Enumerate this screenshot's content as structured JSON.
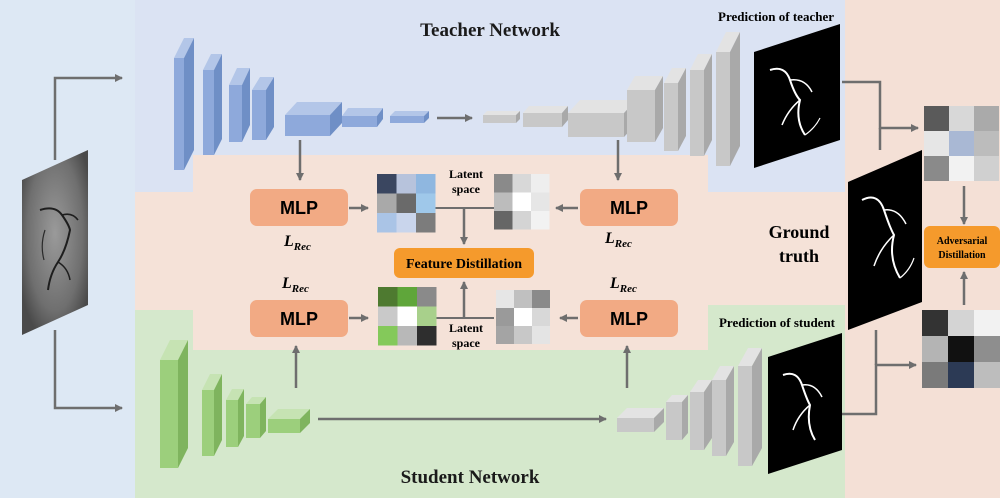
{
  "labels": {
    "teacher_network": "Teacher Network",
    "student_network": "Student Network",
    "prediction_teacher": "Prediction of teacher",
    "prediction_student": "Prediction of student",
    "ground_truth_line1": "Ground",
    "ground_truth_line2": "truth",
    "latent_space_top_line1": "Latent",
    "latent_space_top_line2": "space",
    "latent_space_bottom_line1": "Latent",
    "latent_space_bottom_line2": "space",
    "feature_distillation": "Feature Distillation",
    "adversarial_distillation_line1": "Adversarial",
    "adversarial_distillation_line2": "Distillation",
    "mlp_teacher_left": "MLP",
    "mlp_teacher_right": "MLP",
    "mlp_student_left": "MLP",
    "mlp_student_right": "MLP",
    "lrec_base": "L",
    "lrec_sub": "Rec"
  },
  "colors": {
    "teacher_bg": "#dbe3f3",
    "student_bg": "#d5e8cc",
    "middle_bg": "#f5e2d8",
    "left_bg": "#dde8f4",
    "right_bg": "#f4e0d6",
    "teacher_block": "#8ea9db",
    "teacher_decoder": "#c8c8c8",
    "student_block": "#9ccf7c",
    "mlp_fill": "#f2aa84",
    "distill_fill": "#f59a2c",
    "arrow": "#6e6e6e"
  },
  "latent_grids": {
    "teacher_left": [
      "#3a4660",
      "#b7c3dc",
      "#8fb7e0",
      "#a9a9a9",
      "#6a6a6a",
      "#9fc8ea",
      "#aac4e6",
      "#c9d5ec",
      "#7c7c7c"
    ],
    "teacher_right": [
      "#8a8a8a",
      "#d8d8d8",
      "#eeeeee",
      "#bcbcbc",
      "#ffffff",
      "#e6e6e6",
      "#666666",
      "#d4d4d4",
      "#f2f2f2"
    ],
    "student_left": [
      "#4e7a30",
      "#5fa63a",
      "#8a8a8a",
      "#c9c9c9",
      "#ffffff",
      "#a8d08b",
      "#84c95a",
      "#b8b8b8",
      "#2e2e2e"
    ],
    "student_right": [
      "#e6e6e6",
      "#c0c0c0",
      "#8a8a8a",
      "#9a9a9a",
      "#ffffff",
      "#d8d8d8",
      "#a4a4a4",
      "#c8c8c8",
      "#e4e4e4"
    ],
    "adversarial_top": [
      "#5a5a5a",
      "#d8d8d8",
      "#aaaaaa",
      "#e6e6e6",
      "#a9b8d4",
      "#bcbcbc",
      "#8a8a8a",
      "#f2f2f2",
      "#d0d0d0"
    ],
    "adversarial_bottom": [
      "#333333",
      "#d4d4d4",
      "#f2f2f2",
      "#b4b4b4",
      "#111111",
      "#8e8e8e",
      "#7a7a7a",
      "#2c3a55",
      "#bdbdbd"
    ]
  }
}
